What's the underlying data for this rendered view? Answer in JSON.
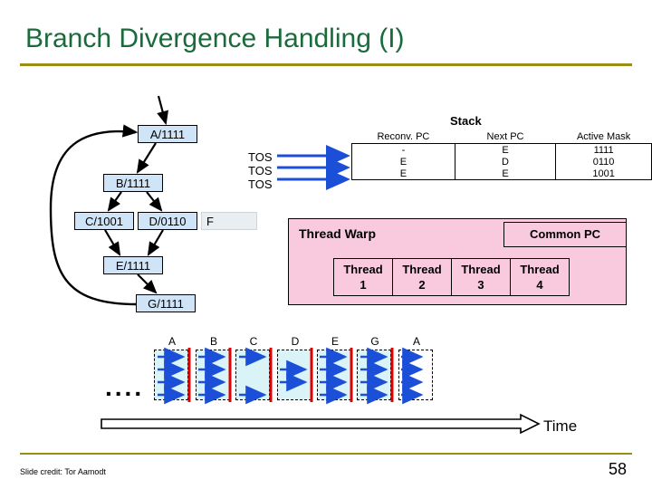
{
  "slide": {
    "title": "Branch Divergence Handling (I)",
    "credit": "Slide credit: Tor Aamodt",
    "page_number": "58",
    "accent_color": "#1a6b3c",
    "rule_color": "#9a8f12"
  },
  "cfg": {
    "nodes": [
      {
        "id": "A",
        "label": "A/1111"
      },
      {
        "id": "B",
        "label": "B/1111"
      },
      {
        "id": "C",
        "label": "C/1001"
      },
      {
        "id": "D",
        "label": "D/0110"
      },
      {
        "id": "F",
        "label": "F"
      },
      {
        "id": "E",
        "label": "E/1111"
      },
      {
        "id": "G",
        "label": "G/1111"
      }
    ]
  },
  "stack": {
    "title": "Stack",
    "tos_labels": [
      "TOS",
      "TOS",
      "TOS"
    ],
    "headers": [
      "Reconv. PC",
      "Next PC",
      "Active Mask"
    ],
    "rows": [
      {
        "reconv_pc": "-",
        "next_pc": "E",
        "active_mask": "1111"
      },
      {
        "reconv_pc": "E",
        "next_pc": "D",
        "active_mask": "0110"
      },
      {
        "reconv_pc": "E",
        "next_pc": "E",
        "active_mask": "1001"
      }
    ]
  },
  "warp": {
    "label": "Thread Warp",
    "common_pc_label": "Common PC",
    "threads": [
      {
        "name": "Thread",
        "index": "1"
      },
      {
        "name": "Thread",
        "index": "2"
      },
      {
        "name": "Thread",
        "index": "3"
      },
      {
        "name": "Thread",
        "index": "4"
      }
    ]
  },
  "timeline": {
    "dots": "....",
    "time_label": "Time",
    "columns": [
      {
        "label": "A",
        "style": "solid"
      },
      {
        "label": "B",
        "style": "solid"
      },
      {
        "label": "C",
        "style": "solid"
      },
      {
        "label": "D",
        "style": "solid"
      },
      {
        "label": "E",
        "style": "solid"
      },
      {
        "label": "G",
        "style": "solid"
      },
      {
        "label": "A",
        "style": "blank"
      }
    ]
  }
}
